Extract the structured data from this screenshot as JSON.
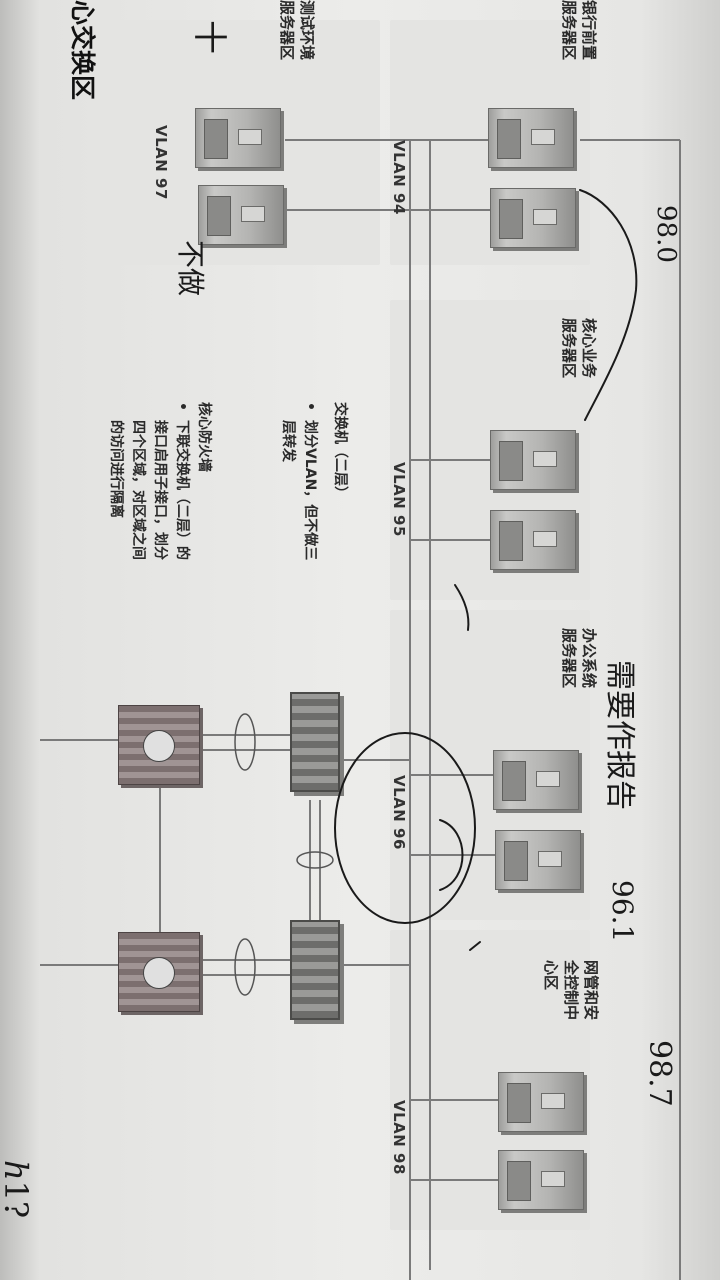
{
  "title": "心交换区",
  "vlans": [
    {
      "id": "vlan94",
      "label": "VLAN 94"
    },
    {
      "id": "vlan95",
      "label": "VLAN 95"
    },
    {
      "id": "vlan96",
      "label": "VLAN 96"
    },
    {
      "id": "vlan97",
      "label": "VLAN 97"
    },
    {
      "id": "vlan98",
      "label": "VLAN 98"
    }
  ],
  "areas": {
    "bank_front": [
      "银行前置",
      "服务器区"
    ],
    "test_env": [
      "测试环境",
      "服务器区"
    ],
    "core_business": [
      "核心业务",
      "服务器区"
    ],
    "office_system": [
      "办公系统",
      "服务器区"
    ],
    "network_mgmt": [
      "网管和安",
      "全控制中",
      "心区"
    ]
  },
  "notes": {
    "switch_heading": "交换机（二层）",
    "switch_bullet": [
      "划分VLAN，但不做三",
      "层转发"
    ],
    "firewall_heading": "核心防火墙",
    "firewall_bullet": [
      "下联交换机（二层）的",
      "接口启用子接口，划分",
      "四个区域，对区域之间",
      "的访问进行隔离"
    ]
  },
  "handwriting": {
    "a": "98.0",
    "b": "不做",
    "c": "需要作报告",
    "d": "96.1",
    "e": "98.7",
    "f": "十",
    "g": "ℎ1?"
  },
  "colors": {
    "ink": "#1a1a1a",
    "line": "#7a7a7a"
  }
}
